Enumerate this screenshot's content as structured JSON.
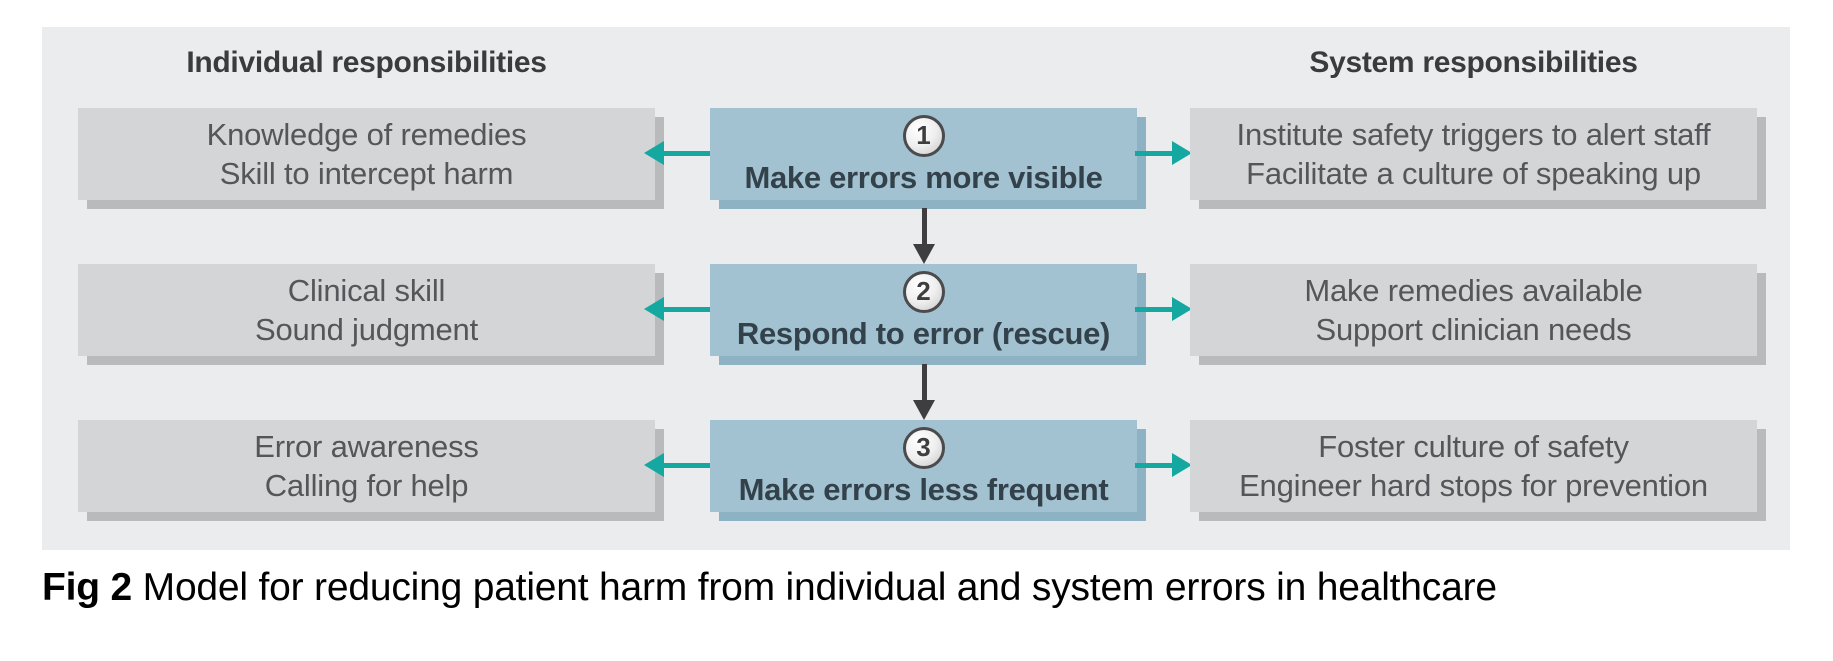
{
  "panel": {
    "left_header": "Individual responsibilities",
    "right_header": "System responsibilities"
  },
  "rows": [
    {
      "number": "1",
      "center_label": "Make errors more visible",
      "left_lines": [
        "Knowledge of remedies",
        "Skill to intercept harm"
      ],
      "right_lines": [
        "Institute safety triggers to alert staff",
        "Facilitate a culture of speaking up"
      ]
    },
    {
      "number": "2",
      "center_label": "Respond to error (rescue)",
      "left_lines": [
        "Clinical skill",
        "Sound judgment"
      ],
      "right_lines": [
        "Make remedies available",
        "Support clinician needs"
      ]
    },
    {
      "number": "3",
      "center_label": "Make errors less frequent",
      "left_lines": [
        "Error awareness",
        "Calling for help"
      ],
      "right_lines": [
        "Foster culture of safety",
        "Engineer hard stops for prevention"
      ]
    }
  ],
  "caption": {
    "label": "Fig 2",
    "text": "Model for reducing patient harm from individual and system errors in healthcare"
  },
  "colors": {
    "panel_background": "#ebecee",
    "gray_box": "#d4d5d7",
    "gray_box_shadow": "#b9babc",
    "blue_box": "#a2c1d1",
    "blue_box_shadow": "#8cb2c4",
    "teal_arrow": "#14a8a1",
    "down_arrow": "#3e3d40",
    "gray_text": "#55565a",
    "blue_text": "#33414b"
  }
}
